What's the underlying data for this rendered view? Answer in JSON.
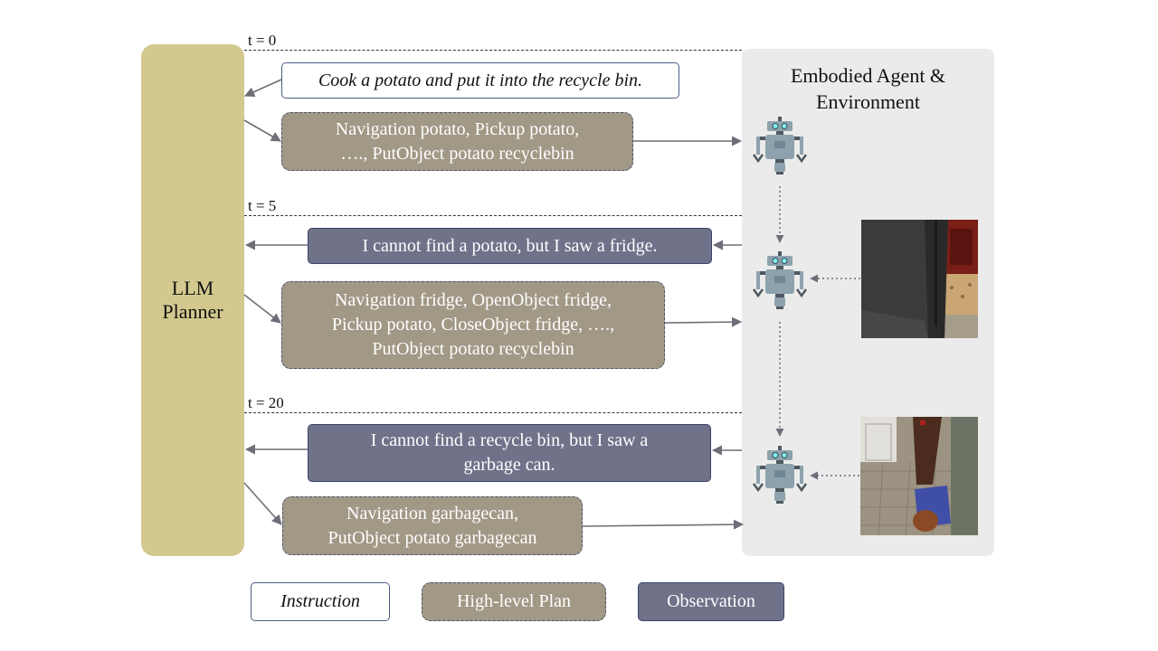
{
  "llm_planner": {
    "line1": "LLM",
    "line2": "Planner"
  },
  "environment": {
    "title_line1": "Embodied Agent &",
    "title_line2": "Environment"
  },
  "time_steps": [
    {
      "label": "t = 0"
    },
    {
      "label": "t = 5"
    },
    {
      "label": "t = 20"
    }
  ],
  "flow": {
    "instruction": "Cook a potato and put it into the recycle bin.",
    "plan_1": [
      "Navigation potato, Pickup potato,",
      "…., PutObject potato recyclebin"
    ],
    "observation_1": "I cannot find a potato, but I saw a fridge.",
    "plan_2": [
      "Navigation fridge, OpenObject fridge,",
      "Pickup potato, CloseObject fridge, ….,",
      "PutObject potato recyclebin"
    ],
    "observation_2": [
      "I cannot find a recycle bin, but I saw a",
      "garbage can."
    ],
    "plan_3": [
      "Navigation garbagecan,",
      "PutObject potato garbagecan"
    ]
  },
  "legend": {
    "instruction": "Instruction",
    "plan": "High-level Plan",
    "observation": "Observation"
  },
  "icons": [
    "robot-icon",
    "kitchen-fridge-image",
    "kitchen-garbage-image"
  ],
  "colors": {
    "llm_panel": "#d3c98f",
    "env_panel": "#ebebeb",
    "plan_box": "#a19886",
    "observation_box": "#70728a",
    "border": "#4e5d86",
    "arrow": "#6e6e78"
  }
}
